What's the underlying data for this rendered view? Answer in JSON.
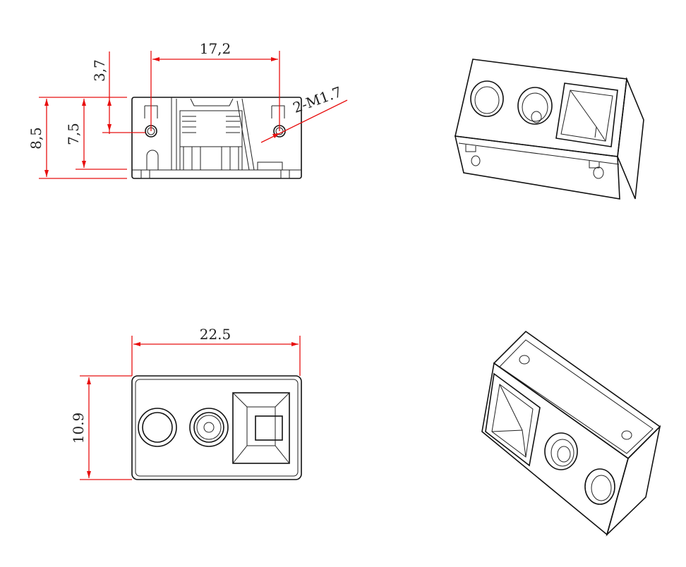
{
  "front_view": {
    "dim_hole_spacing": "17,2",
    "dim_hole_height": "3,7",
    "dim_total_height": "8,5",
    "dim_body_height": "7,5",
    "thread_callout": "2-M1.7"
  },
  "top_view": {
    "dim_width": "22.5",
    "dim_depth": "10.9"
  },
  "colors": {
    "dimension_lines": "#e81010",
    "outline": "#111111"
  }
}
